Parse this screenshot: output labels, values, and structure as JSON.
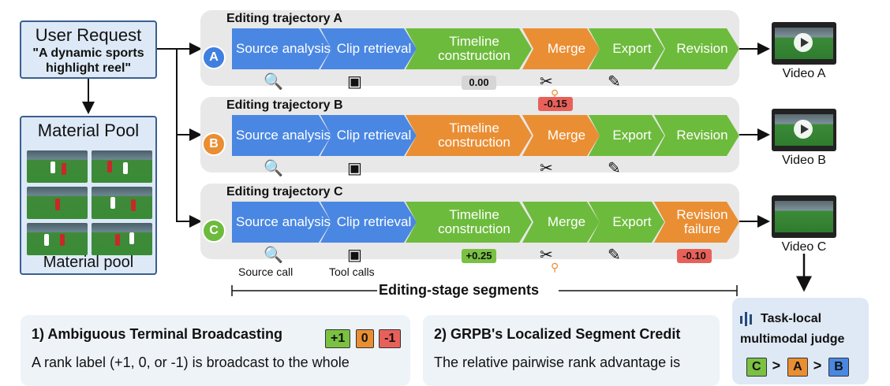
{
  "user_request": {
    "title": "User Request",
    "quote": "\"A dynamic sports highlight reel\""
  },
  "material_pool": {
    "title": "Material Pool",
    "bottom_label": "Material pool"
  },
  "trajectories": [
    {
      "title": "Editing trajectory A",
      "badge": "A",
      "badge_color": "#3f7fe0",
      "stages": [
        "Source analysis",
        "Clip retrieval",
        "Timeline construction",
        "Merge",
        "Export",
        "Revision"
      ],
      "stage_colors": [
        "blue",
        "blue",
        "green",
        "orange",
        "green",
        "green"
      ],
      "timeline_score": "0.00",
      "merge_score": "",
      "revision_score": "",
      "video": "Video A"
    },
    {
      "title": "Editing trajectory B",
      "badge": "B",
      "badge_color": "#ea8e33",
      "stages": [
        "Source analysis",
        "Clip retrieval",
        "Timeline construction",
        "Merge",
        "Export",
        "Revision"
      ],
      "stage_colors": [
        "blue",
        "blue",
        "orange",
        "orange",
        "green",
        "green"
      ],
      "timeline_score": "",
      "merge_score": "-0.15",
      "revision_score": "",
      "video": "Video B"
    },
    {
      "title": "Editing trajectory C",
      "badge": "C",
      "badge_color": "#6dbb3c",
      "stages": [
        "Source analysis",
        "Clip retrieval",
        "Timeline construction",
        "Merge",
        "Export",
        "Revision failure"
      ],
      "stage_colors": [
        "blue",
        "blue",
        "green",
        "green",
        "green",
        "orange"
      ],
      "timeline_score": "+0.25",
      "merge_score": "",
      "revision_score": "-0.10",
      "video": "Video C"
    }
  ],
  "icon_labels": {
    "source": "Source call",
    "tool": "Tool calls"
  },
  "segments_label": "Editing-stage segments",
  "card1": {
    "title": "1) Ambiguous Terminal Broadcasting",
    "chips": [
      "+1",
      "0",
      "-1"
    ],
    "text": "A rank label (+1, 0, or -1) is broadcast to the whole"
  },
  "card2": {
    "title": "2) GRPB's Localized Segment Credit",
    "text": "The relative pairwise rank advantage is"
  },
  "judge": {
    "title_line1": "Task-local",
    "title_line2": "multimodal judge",
    "ranking": [
      "C",
      "A",
      "B"
    ]
  },
  "colors": {
    "blue": "#4a87e3",
    "green": "#6dbb3c",
    "orange": "#ea8e33",
    "neg": "#e8605a",
    "neutral": "#d6d6d6",
    "pos": "#7ac142"
  }
}
